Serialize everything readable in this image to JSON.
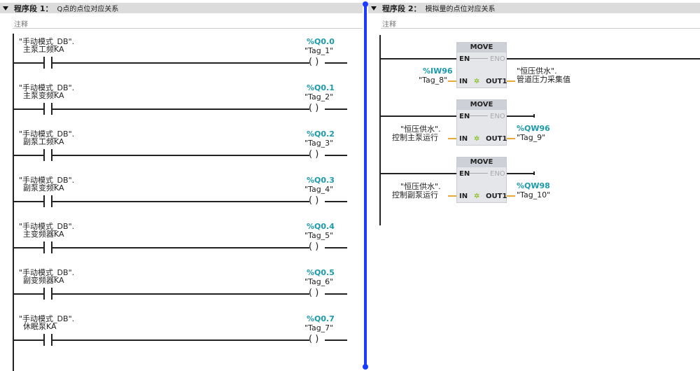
{
  "left_network": {
    "title": "程序段 1：",
    "description": "Q点的点位对应关系",
    "comment_label": "注释",
    "rungs": [
      {
        "contact_line1": "\"手动模式_DB\".",
        "contact_line2": "主泵工频KA",
        "coil_address": "%Q0.0",
        "coil_tag": "\"Tag_1\""
      },
      {
        "contact_line1": "\"手动模式_DB\".",
        "contact_line2": "主泵变频KA",
        "coil_address": "%Q0.1",
        "coil_tag": "\"Tag_2\""
      },
      {
        "contact_line1": "\"手动模式_DB\".",
        "contact_line2": "副泵工频KA",
        "coil_address": "%Q0.2",
        "coil_tag": "\"Tag_3\""
      },
      {
        "contact_line1": "\"手动模式_DB\".",
        "contact_line2": "副泵变频KA",
        "coil_address": "%Q0.3",
        "coil_tag": "\"Tag_4\""
      },
      {
        "contact_line1": "\"手动模式_DB\".",
        "contact_line2": "主变频器KA",
        "coil_address": "%Q0.4",
        "coil_tag": "\"Tag_5\""
      },
      {
        "contact_line1": "\"手动模式_DB\".",
        "contact_line2": "副变频器KA",
        "coil_address": "%Q0.5",
        "coil_tag": "\"Tag_6\""
      },
      {
        "contact_line1": "\"手动模式_DB\".",
        "contact_line2": "休眠泵KA",
        "coil_address": "%Q0.7",
        "coil_tag": "\"Tag_7\""
      }
    ]
  },
  "right_network": {
    "title": "程序段 2：",
    "description": "模拟量的点位对应关系",
    "comment_label": "注释",
    "pin_labels": {
      "en": "EN",
      "eno": "ENO",
      "in": "IN",
      "out": "OUT1"
    },
    "move_blocks": [
      {
        "name": "MOVE",
        "in_address": "%IW96",
        "in_tag": "\"Tag_8\"",
        "out_address": "",
        "out_line1": "\"恒压供水\".",
        "out_line2": "管道压力采集值"
      },
      {
        "name": "MOVE",
        "in_address": "",
        "in_tag": "\"恒压供水\".",
        "in_tag2": "控制主泵运行",
        "out_address": "%QW96",
        "out_line1": "\"Tag_9\"",
        "out_line2": ""
      },
      {
        "name": "MOVE",
        "in_address": "",
        "in_tag": "\"恒压供水\".",
        "in_tag2": "控制副泵运行",
        "out_address": "%QW98",
        "out_line1": "\"Tag_10\"",
        "out_line2": ""
      }
    ]
  },
  "colors": {
    "header_bg": "#dcdcdc",
    "address": "#1a9aaa",
    "splitter": "#1a3cff",
    "wire_box": "#e8a83a"
  }
}
